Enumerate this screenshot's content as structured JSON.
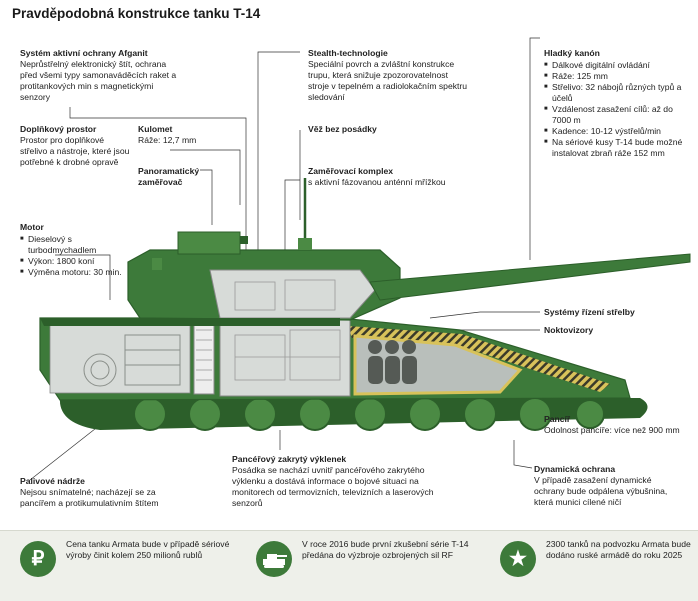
{
  "title": "Pravděpodobná konstrukce tanku T-14",
  "labels": {
    "afganit": {
      "title": "Systém aktivní ochrany Afganit",
      "text": "Neprůstřelný elektronický štít, ochrana před všemi typy samonaváděcích raket a protitankových min s magnetickými senzory"
    },
    "doplnkovy": {
      "title": "Doplňkový prostor",
      "text": "Prostor pro doplňkové střelivo a nástroje, které jsou potřebné k drobné opravě"
    },
    "motor": {
      "title": "Motor",
      "items": [
        "Dieselový s turbodmychadlem",
        "Výkon: 1800 koní",
        "Výměna motoru: 30 min."
      ]
    },
    "kulomet": {
      "title": "Kulomet",
      "text": "Ráže: 12,7 mm"
    },
    "panoram": {
      "title": "Panoramatický zaměřovač"
    },
    "stealth": {
      "title": "Stealth-technologie",
      "text": "Speciální povrch a zvláštní konstrukce trupu, která snižuje zpozorovatelnost stroje v tepelném a radiolokačním spektru sledování"
    },
    "vez": {
      "title": "Věž bez posádky"
    },
    "zamer": {
      "title": "Zaměřovací komplex",
      "text": "s aktivní fázovanou anténní mřížkou"
    },
    "kanon": {
      "title": "Hladký kanón",
      "items": [
        "Dálkové digitální ovládání",
        "Ráže: 125 mm",
        "Střelivo: 32 nábojů různých typů a účelů",
        "Vzdálenost zasažení cílů: až do 7000 m",
        "Kadence: 10-12 výstřelů/min",
        "Na sériové kusy T-14 bude možné instalovat zbraň ráže 152 mm"
      ]
    },
    "systemy": {
      "title": "Systémy řízení střelby"
    },
    "noktovizory": {
      "title": "Noktovizory"
    },
    "pancir": {
      "title": "Pancíř",
      "text": "Odolnost pancíře: více než 900 mm"
    },
    "dynamicka": {
      "title": "Dynamická ochrana",
      "text": "V případě zasažení dynamické ochrany bude odpálena výbušnina, která munici cílené ničí"
    },
    "vyklenek": {
      "title": "Pancéřový zakrytý výklenek",
      "text": "Posádka se nachází uvnitř pancéřového zakrytého výklenku a dostává informace o bojové situaci na monitorech od termovizních, televizních a laserových senzorů"
    },
    "palivove": {
      "title": "Palivové nádrže",
      "text": "Nejsou snímatelné; nacházejí se za pancířem a protikumulativním štítem"
    }
  },
  "footer": [
    {
      "icon": "ruble-icon",
      "glyph": "₽",
      "text": "Cena tanku Armata bude v případě sériové výroby činit kolem 250 milionů rublů"
    },
    {
      "icon": "tank-icon",
      "glyph": "",
      "text": "V roce 2016 bude první zkušební série T-14 předána do výzbroje ozbrojených sil RF"
    },
    {
      "icon": "star-icon",
      "glyph": "★",
      "text": "2300 tanků na podvozku Armata bude dodáno ruské armádě do roku 2025"
    }
  ],
  "colors": {
    "hull": "#3d7a3a",
    "hull_dark": "#2c5f2a",
    "interior": "#d7dbd8",
    "armor_stripe": "#d8c25a",
    "footer_bg": "#eef0ea"
  }
}
